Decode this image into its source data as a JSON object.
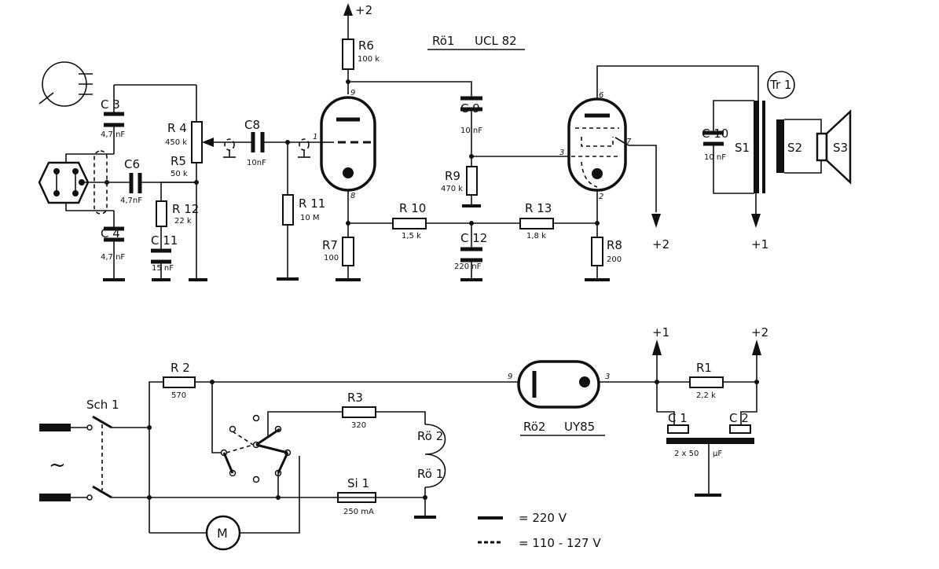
{
  "labels": {
    "tube1_title": "Rö1",
    "tube1_type": "UCL 82",
    "tube2_title": "Rö2",
    "tube2_type": "UY85",
    "transformer": "Tr 1",
    "motor": "M",
    "tilde": "~"
  },
  "rails": {
    "plus2": "+2",
    "plus1": "+1"
  },
  "components": {
    "C3": {
      "name": "C 3",
      "value": "4,7 nF"
    },
    "C4": {
      "name": "C 4",
      "value": "4,7 nF"
    },
    "C6": {
      "name": "C6",
      "value": "4,7nF"
    },
    "R4": {
      "name": "R 4",
      "value": "450 k"
    },
    "R5": {
      "name": "R5",
      "value": "50 k"
    },
    "R12": {
      "name": "R 12",
      "value": "22 k"
    },
    "C11": {
      "name": "C 11",
      "value": "15 nF"
    },
    "C8": {
      "name": "C8",
      "value": "10nF"
    },
    "R11": {
      "name": "R 11",
      "value": "10 M"
    },
    "R6": {
      "name": "R6",
      "value": "100 k"
    },
    "R7": {
      "name": "R7",
      "value": "100"
    },
    "R10": {
      "name": "R 10",
      "value": "1,5 k"
    },
    "C9": {
      "name": "C 9",
      "value": "10 nF"
    },
    "R9": {
      "name": "R9",
      "value": "470 k"
    },
    "C12": {
      "name": "C 12",
      "value": "220 nF"
    },
    "R13": {
      "name": "R 13",
      "value": "1,8 k"
    },
    "R8": {
      "name": "R8",
      "value": "200"
    },
    "C10": {
      "name": "C 10",
      "value": "10 nF"
    },
    "S1": {
      "name": "S1"
    },
    "S2": {
      "name": "S2"
    },
    "S3": {
      "name": "S3"
    },
    "R2": {
      "name": "R 2",
      "value": "570"
    },
    "R3": {
      "name": "R3",
      "value": "320"
    },
    "Si1": {
      "name": "Si 1",
      "value": "250 mA"
    },
    "Sch1": {
      "name": "Sch 1"
    },
    "Ro2h": {
      "name": "Rö 2"
    },
    "Ro1h": {
      "name": "Rö 1"
    },
    "R1": {
      "name": "R1",
      "value": "2,2 k"
    },
    "C1": {
      "name": "C 1"
    },
    "C2": {
      "name": "C 2"
    },
    "Celco": {
      "value": "2 x 50",
      "unit": "µF"
    }
  },
  "pins": {
    "p9a": "9",
    "p1": "1",
    "p8": "8",
    "p6": "6",
    "p3a": "3",
    "p7": "7",
    "p2": "2",
    "p9b": "9",
    "p3b": "3"
  },
  "legend": {
    "solid": "= 220 V",
    "dashed": "= 110 - 127 V"
  }
}
